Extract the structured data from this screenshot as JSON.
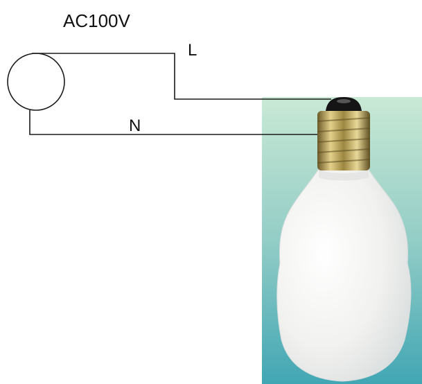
{
  "source": {
    "label": "AC100V"
  },
  "wires": {
    "live_label": "L",
    "neutral_label": "N"
  },
  "colors": {
    "wire": "#1a1a1a",
    "background_top": "#c8e8d4",
    "background_bottom": "#43a7b5",
    "bulb_glass": "#f4f4f2",
    "bulb_base_metal": "#b8a35a",
    "bulb_contact": "#151515"
  }
}
